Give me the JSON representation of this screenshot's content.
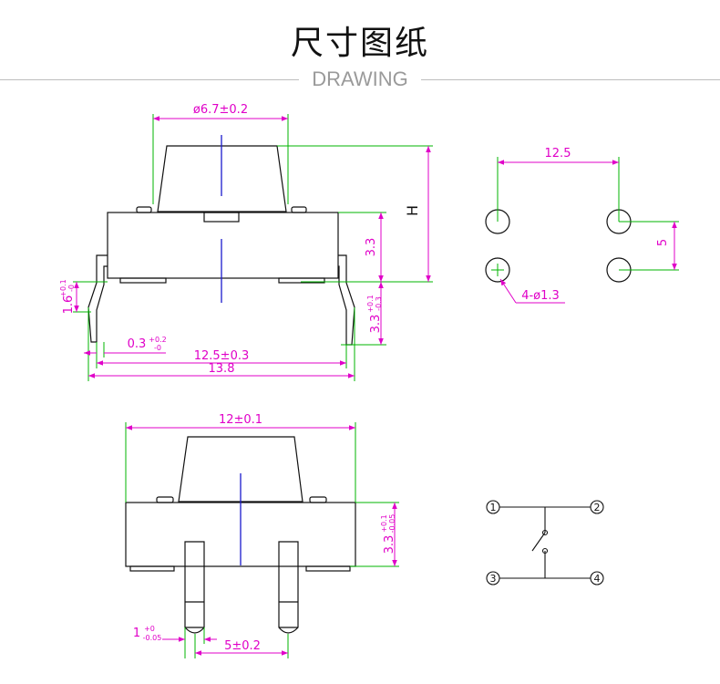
{
  "header": {
    "title": "尺寸图纸",
    "subtitle": "DRAWING"
  },
  "top_view": {
    "dim_diameter": "ø6.7±0.2",
    "dim_height_label": "H",
    "dim_body_height": "3.3",
    "dim_lead_length": "3.3",
    "dim_lead_length_tol_plus": "+0.1",
    "dim_lead_length_tol_minus": "-0.3",
    "dim_foot": "1.6",
    "dim_foot_tol_plus": "+0.1",
    "dim_foot_tol_minus": "-0",
    "dim_lead_thickness": "0.3",
    "dim_lead_thickness_tol_plus": "+0.2",
    "dim_lead_thickness_tol_minus": "-0",
    "dim_pitch": "12.5±0.3",
    "dim_overall": "13.8"
  },
  "footprint": {
    "dim_x": "12.5",
    "dim_y": "5",
    "dim_holes": "4-ø1.3"
  },
  "front_view": {
    "dim_width": "12±0.1",
    "dim_body_height": "3.3",
    "dim_body_height_tol_plus": "+0.1",
    "dim_body_height_tol_minus": "-0.05",
    "dim_pin_width": "1",
    "dim_pin_width_tol_plus": "+0",
    "dim_pin_width_tol_minus": "-0.05",
    "dim_pin_pitch": "5±0.2"
  },
  "schematic": {
    "pins": [
      "1",
      "2",
      "3",
      "4"
    ]
  },
  "colors": {
    "outline": "#111111",
    "dimension": "#e000c8",
    "extension": "#00b400",
    "centerline": "#1a1acc"
  }
}
